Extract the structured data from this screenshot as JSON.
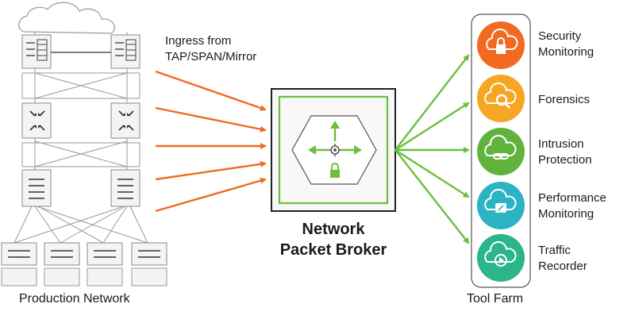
{
  "labels": {
    "ingress_line1": "Ingress from",
    "ingress_line2": "TAP/SPAN/Mirror",
    "production_network": "Production Network",
    "npb_line1": "Network",
    "npb_line2": "Packet Broker",
    "tool_farm": "Tool Farm"
  },
  "tools": [
    {
      "line1": "Security",
      "line2": "Monitoring",
      "color": "#f26a21",
      "icon": "lock-icon"
    },
    {
      "line1": "Forensics",
      "line2": "",
      "color": "#f5a623",
      "icon": "magnifier-icon"
    },
    {
      "line1": "Intrusion",
      "line2": "Protection",
      "color": "#62b33e",
      "icon": "link-icon"
    },
    {
      "line1": "Performance",
      "line2": "Monitoring",
      "color": "#2cb3c4",
      "icon": "gauge-icon"
    },
    {
      "line1": "Traffic",
      "line2": "Recorder",
      "color": "#2bb58a",
      "icon": "play-icon"
    }
  ],
  "colors": {
    "ingress_arrows": "#f26a21",
    "egress_arrows": "#6cbf3e",
    "npb_border": "#6cbf3e"
  }
}
